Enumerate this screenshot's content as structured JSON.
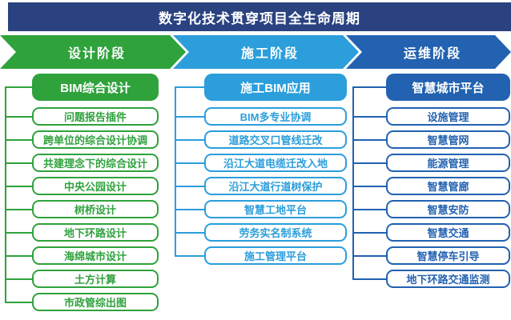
{
  "title": "数字化技术贯穿项目全生命周期",
  "colors": {
    "banner_navy": "#2A4280",
    "design_green": "#2FA23C",
    "construction_blue": "#2B9EDB",
    "operations_blue": "#2262B1",
    "node_background": "#FFFFFF"
  },
  "phases": [
    {
      "label": "设计阶段"
    },
    {
      "label": "施工阶段"
    },
    {
      "label": "运维阶段"
    }
  ],
  "columns": [
    {
      "header": "BIM综合设计",
      "items": [
        "问题报告插件",
        "跨单位的综合设计协调",
        "共建理念下的综合设计",
        "中央公园设计",
        "树桥设计",
        "地下环路设计",
        "海绵城市设计",
        "土方计算",
        "市政管综出图"
      ]
    },
    {
      "header": "施工BIM应用",
      "items": [
        "BIM多专业协调",
        "道路交叉口管线迁改",
        "沿江大道电缆迁改入地",
        "沿江大道行道树保护",
        "智慧工地平台",
        "劳务实名制系统",
        "施工管理平台"
      ]
    },
    {
      "header": "智慧城市平台",
      "items": [
        "设施管理",
        "智慧管网",
        "能源管理",
        "智慧管廊",
        "智慧安防",
        "智慧交通",
        "智慧停车引导",
        "地下环路交通监测"
      ]
    }
  ]
}
